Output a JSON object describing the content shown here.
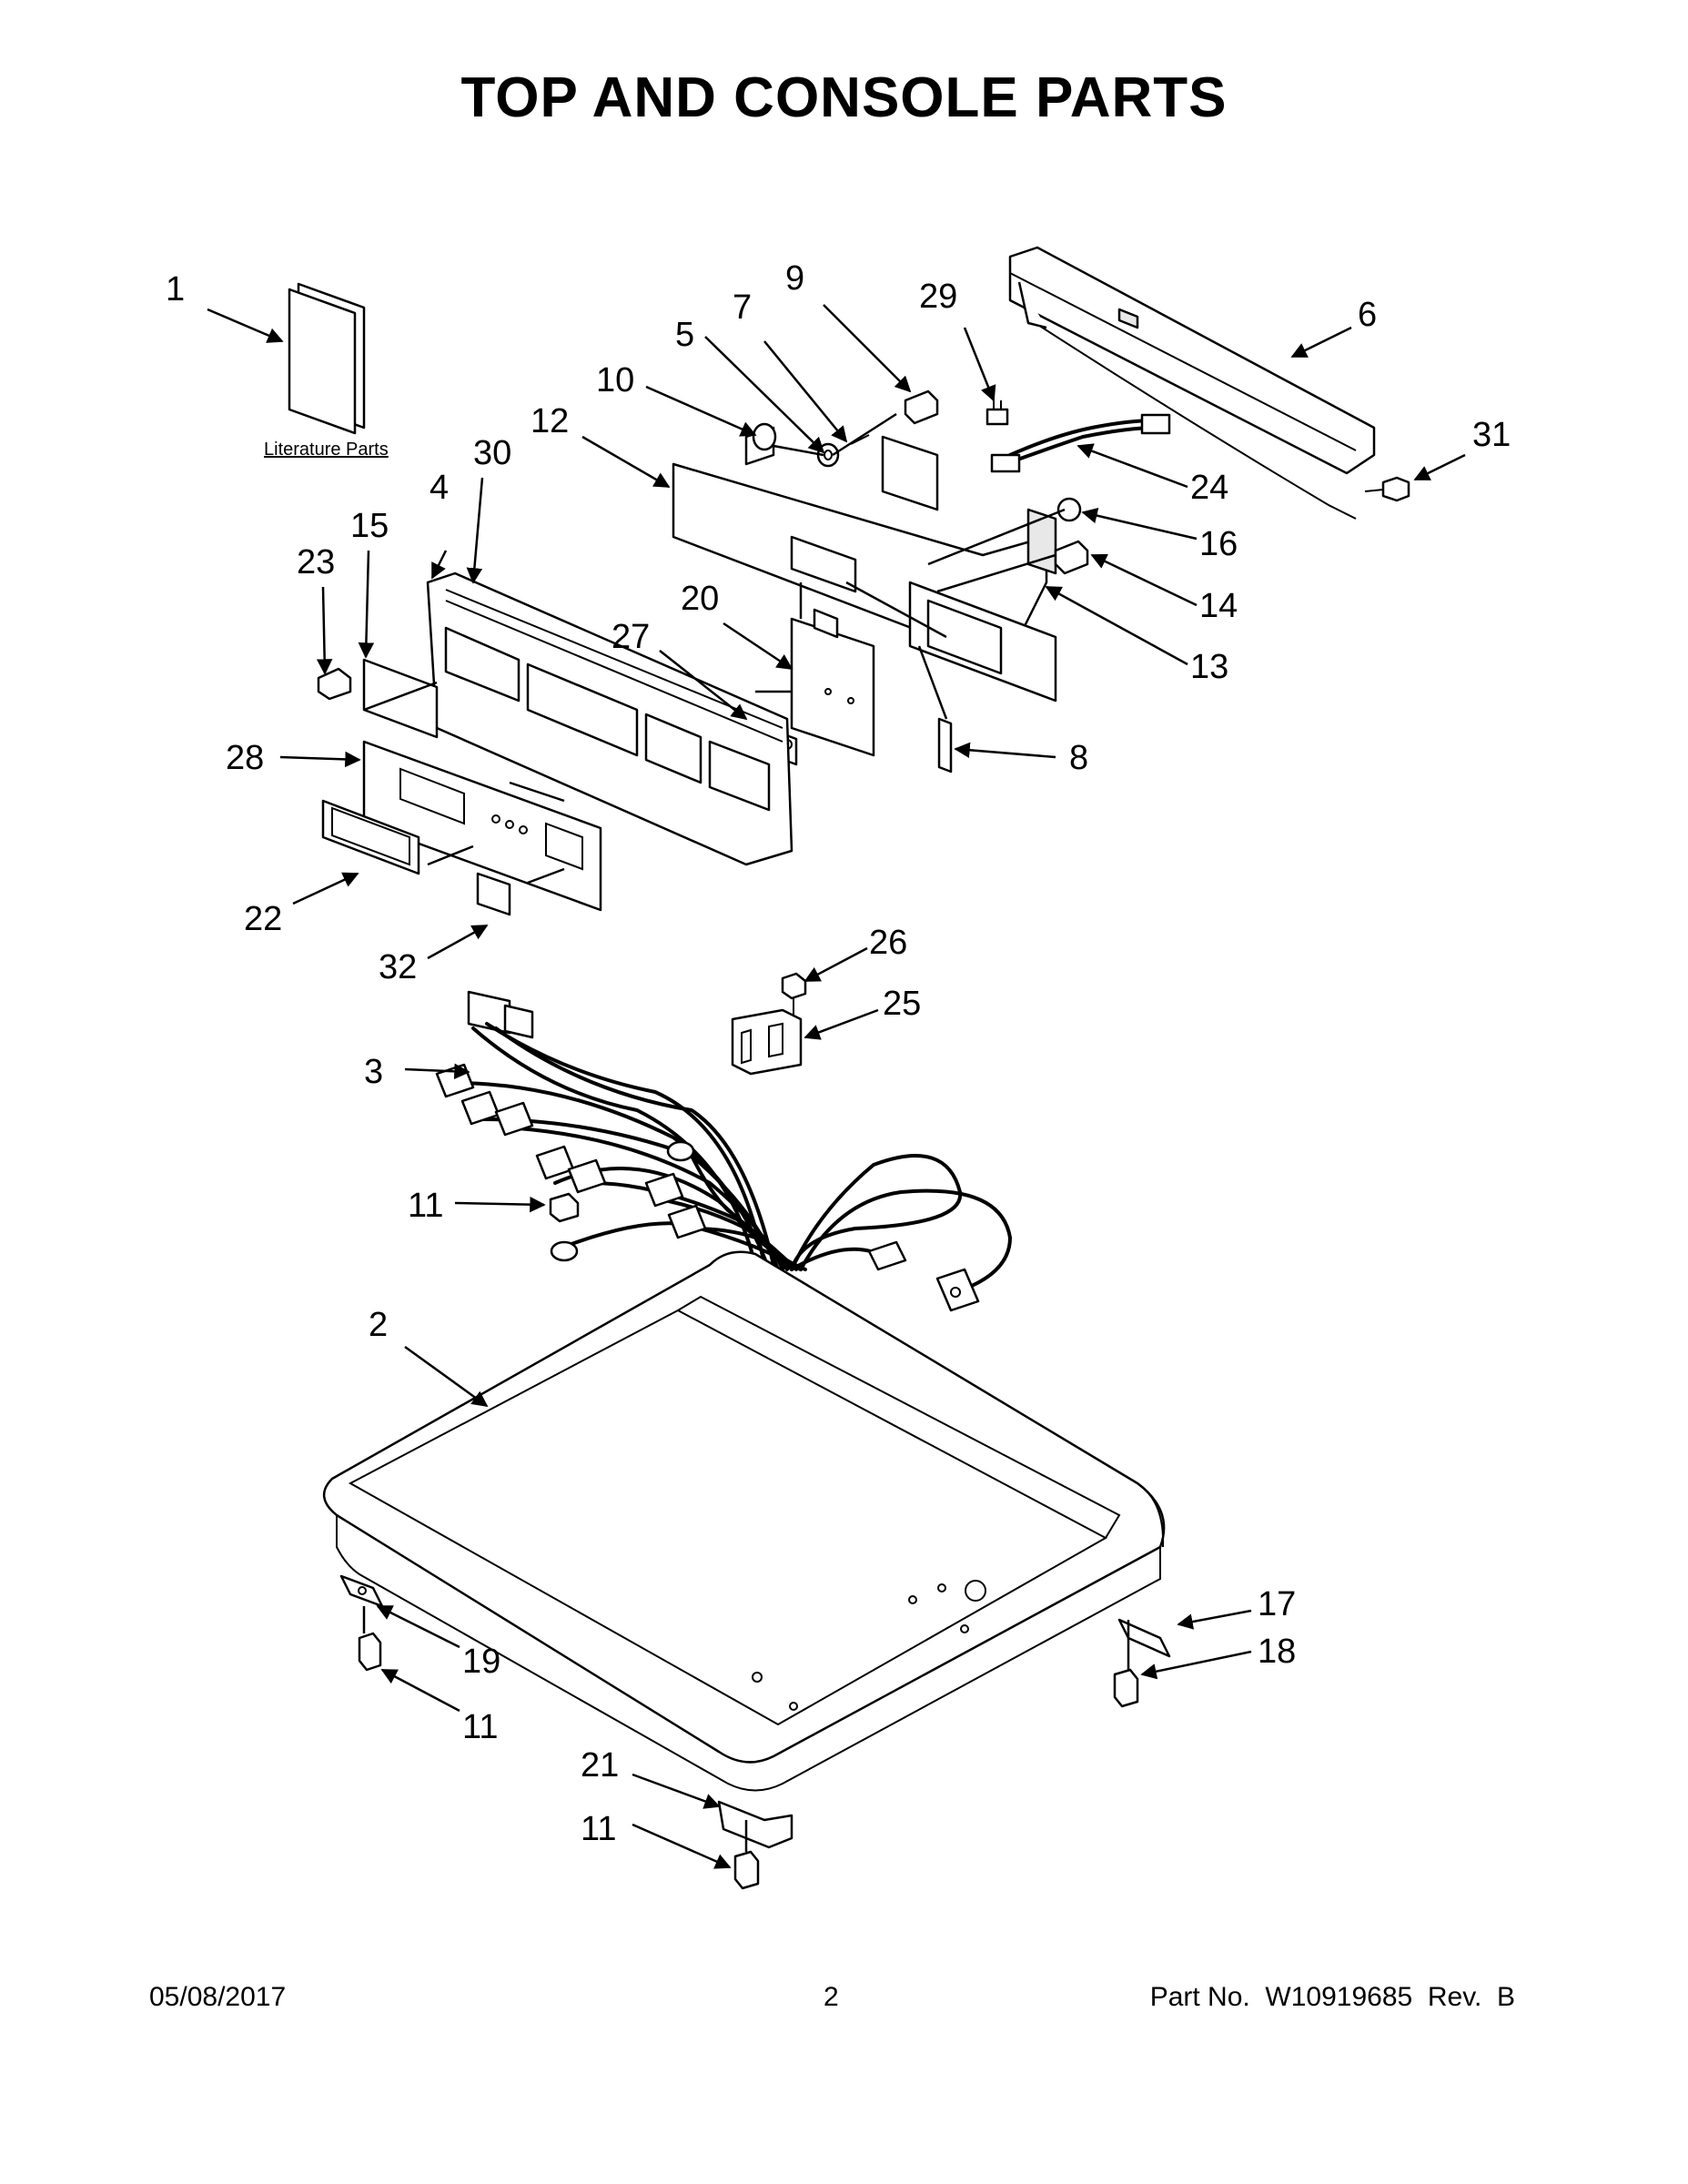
{
  "title": "TOP AND CONSOLE PARTS",
  "literature_label": "Literature Parts",
  "callouts": {
    "c1": "1",
    "c9": "9",
    "c7": "7",
    "c29": "29",
    "c5": "5",
    "c10": "10",
    "c6": "6",
    "c12": "12",
    "c31": "31",
    "c30": "30",
    "c4": "4",
    "c24": "24",
    "c15": "15",
    "c16": "16",
    "c23": "23",
    "c14": "14",
    "c20": "20",
    "c27": "27",
    "c13": "13",
    "c28": "28",
    "c8": "8",
    "c22": "22",
    "c26": "26",
    "c32": "32",
    "c25": "25",
    "c3": "3",
    "c11a": "11",
    "c2": "2",
    "c17": "17",
    "c18": "18",
    "c19": "19",
    "c11b": "11",
    "c21": "21",
    "c11c": "11"
  },
  "footer": {
    "date": "05/08/2017",
    "page": "2",
    "part_no": "Part No.  W10919685  Rev.  B"
  }
}
